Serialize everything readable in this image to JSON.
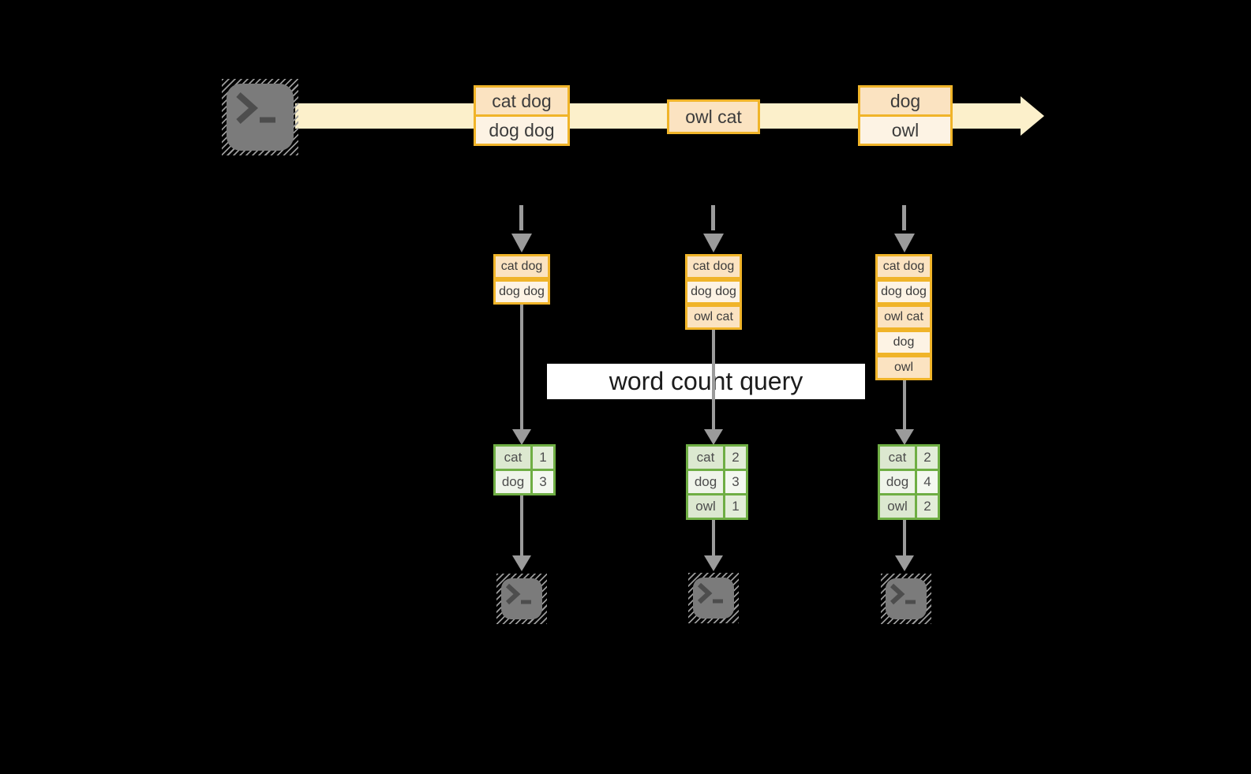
{
  "diagram": {
    "description": "streaming word count over an event stream",
    "query": {
      "label": "word count query"
    }
  },
  "colors": {
    "background": "#000000",
    "stream_band": "#FCF0CB",
    "record_border": "#F0B429",
    "record_fill_dark": "#FBE3C1",
    "record_fill_light": "#FDF3E4",
    "table_border_green": "#6FAE44",
    "table_fill_dark": "#DCE8D0",
    "table_fill_light": "#EFF4EA",
    "arrow_gray": "#9B9B9B",
    "terminal_gray": "#7B7B7B",
    "banner_bg": "#FFFFFF"
  },
  "icons": {
    "source": "terminal-icon",
    "sinks": [
      "terminal-icon",
      "terminal-icon",
      "terminal-icon"
    ],
    "glyph": ">_"
  },
  "stream": {
    "records": [
      {
        "lines": [
          "cat dog",
          "dog dog"
        ]
      },
      {
        "lines": [
          "owl cat"
        ]
      },
      {
        "lines": [
          "dog",
          "owl"
        ]
      }
    ]
  },
  "columns": [
    {
      "log": [
        "cat dog",
        "dog dog"
      ],
      "counts": {
        "rows": [
          {
            "word": "cat",
            "count": "1"
          },
          {
            "word": "dog",
            "count": "3"
          }
        ]
      }
    },
    {
      "log": [
        "cat dog",
        "dog dog",
        "owl cat"
      ],
      "counts": {
        "rows": [
          {
            "word": "cat",
            "count": "2"
          },
          {
            "word": "dog",
            "count": "3"
          },
          {
            "word": "owl",
            "count": "1"
          }
        ]
      }
    },
    {
      "log": [
        "cat dog",
        "dog dog",
        "owl cat",
        "dog",
        "owl"
      ],
      "counts": {
        "rows": [
          {
            "word": "cat",
            "count": "2"
          },
          {
            "word": "dog",
            "count": "4"
          },
          {
            "word": "owl",
            "count": "2"
          }
        ]
      }
    }
  ]
}
